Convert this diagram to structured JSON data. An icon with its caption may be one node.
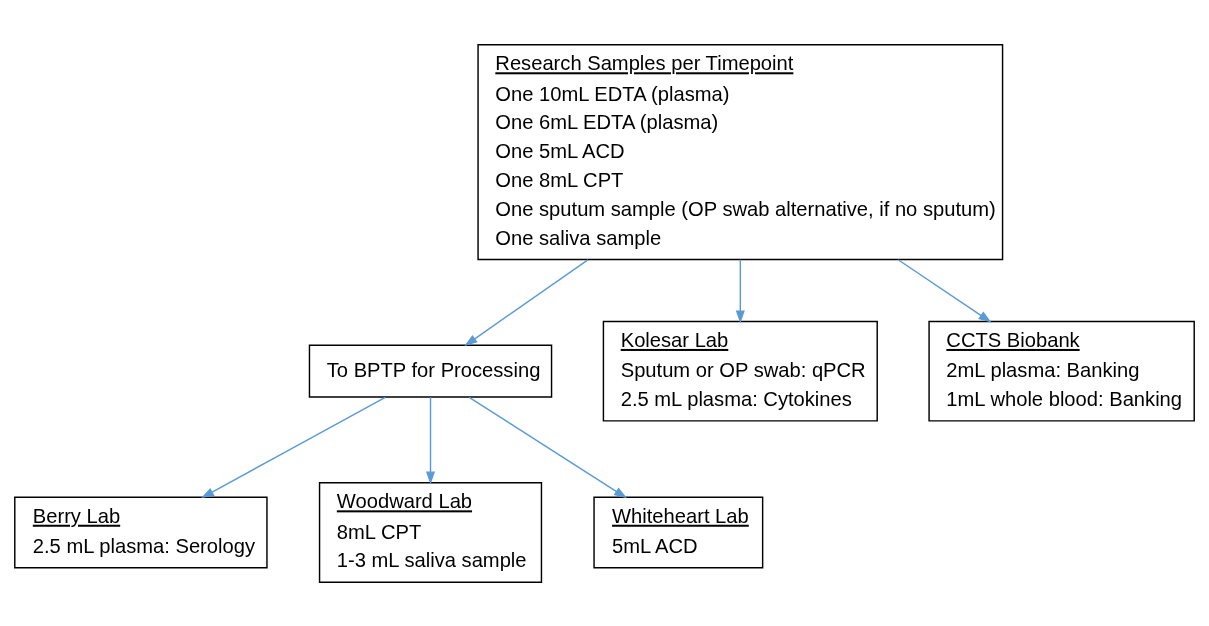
{
  "diagram": {
    "nodes": [
      {
        "text": [
          "Research Samples per Timepoint",
          "One 10mL EDTA (plasma)",
          "One 6mL EDTA (plasma)",
          "One 5mL ACD",
          "One 8mL CPT",
          "One sputum sample (OP swab alternative, if no sputum)",
          "One saliva sample"
        ]
      },
      {
        "text": [
          "To BPTP for Processing"
        ]
      },
      {
        "text": [
          "Kolesar Lab",
          "Sputum or OP swab: qPCR",
          "2.5 mL plasma: Cytokines"
        ]
      },
      {
        "text": [
          "Berry Lab",
          "2.5 mL plasma: Serology"
        ]
      },
      {
        "text": [
          "Woodward Lab",
          "8mL CPT",
          "1-3 mL saliva sample"
        ]
      },
      {
        "text": [
          "Whiteheart Lab",
          "5mL ACD"
        ]
      },
      {
        "text": [
          "CCTS Biobank",
          "2mL plasma: Banking",
          "1mL whole blood: Banking"
        ]
      }
    ],
    "edges": [
      {
        "from": 0,
        "to": 2,
        "arrow": "to"
      },
      {
        "from": 0,
        "to": 1,
        "arrow": "to"
      },
      {
        "from": 0,
        "to": 6,
        "arrow": "to"
      },
      {
        "from": 1,
        "to": 3,
        "arrow": "to"
      },
      {
        "from": 1,
        "to": 4,
        "arrow": "to"
      },
      {
        "from": 1,
        "to": 5,
        "arrow": "to"
      }
    ]
  }
}
